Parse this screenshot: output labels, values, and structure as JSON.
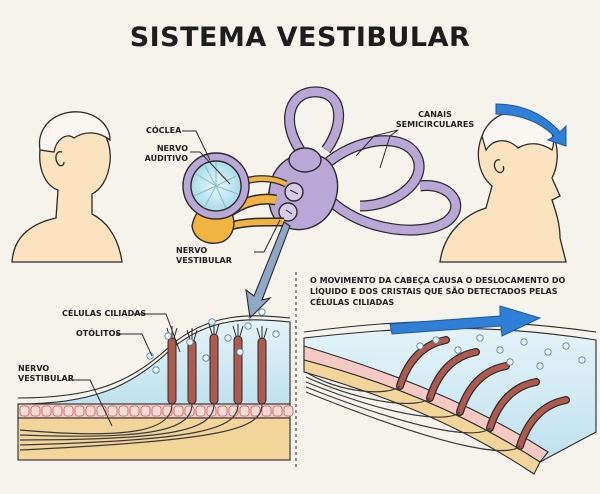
{
  "title": "SISTEMA VESTIBULAR",
  "labels": {
    "coclea": "CÓCLEA",
    "nervo_auditivo_1": "NERVO",
    "nervo_auditivo_2": "AUDITIVO",
    "canais_1": "CANAIS",
    "canais_2": "SEMICIRCULARES",
    "nervo_vestibular_1": "NERVO",
    "nervo_vestibular_2": "VESTIBULAR",
    "celulas_ciliadas": "CÉLULAS CILIADAS",
    "otolitos": "OTÓLITOS",
    "nervo_vestibular_lower_1": "NERVO",
    "nervo_vestibular_lower_2": "VESTIBULAR"
  },
  "caption": "O MOVIMENTO DA CABEÇA CAUSA O DESLOCAMENTO DO LÍQUIDO E DOS CRISTAIS QUE SÃO DETECTADOS PELAS CÉLULAS CILIADAS",
  "colors": {
    "background": "#f6f2ec",
    "skin": "#fbe3bf",
    "outline": "#2b2b2b",
    "canals": "#b9a7d8",
    "nerve": "#f2b440",
    "cochlea_fluid": "#b9e3f0",
    "fluid": "#cbe7f2",
    "cells": "#f7c9c5",
    "hair_cells": "#b05a4e",
    "arrow": "#2f7fd6",
    "pointer_arrow": "#8ea8c6"
  }
}
